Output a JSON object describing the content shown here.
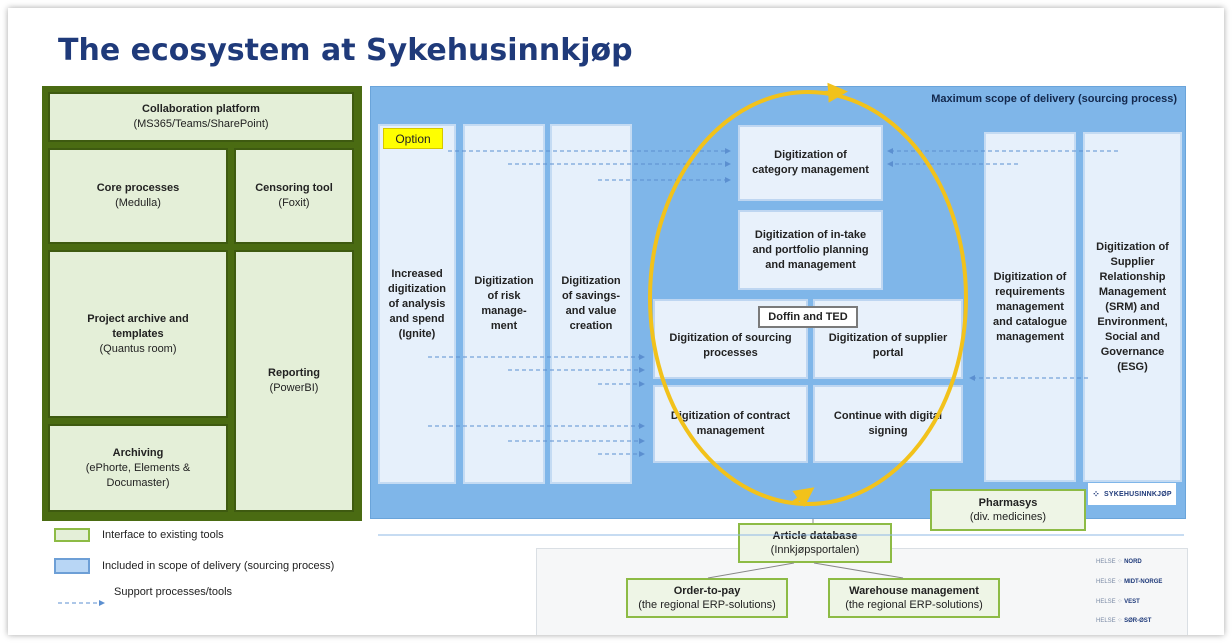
{
  "title": "The ecosystem at Sykehusinnkjøp",
  "left_panel": {
    "collaboration": {
      "name": "Collaboration platform",
      "detail": "(MS365/Teams/SharePoint)"
    },
    "core": {
      "name": "Core processes",
      "detail": "(Medulla)"
    },
    "censoring": {
      "name": "Censoring tool",
      "detail": "(Foxit)"
    },
    "project": {
      "name": "Project archive and templates",
      "detail": "(Quantus room)"
    },
    "reporting": {
      "name": "Reporting",
      "detail": "(PowerBI)"
    },
    "archiving": {
      "name": "Archiving",
      "detail": "(ePhorte, Elements & Documaster)"
    }
  },
  "scope": {
    "label": "Maximum scope of delivery (sourcing process)",
    "option": "Option",
    "columns": [
      "Increased digitization of analysis and spend (Ignite)",
      "Digitization of risk manage-ment",
      "Digitization of savings-and value creation"
    ],
    "right_columns": [
      "Digitization of requirements management and catalogue management",
      "Digitization of Supplier Relationship Management (SRM) and Environment, Social and Governance (ESG)"
    ],
    "center": {
      "category": "Digitization of category management",
      "intake": "Digitization of in-take and portfolio planning and management",
      "doffin": "Doffin and TED",
      "sourcing": "Digitization of sourcing processes",
      "supplier_portal": "Digitization of supplier portal",
      "contract": "Digitization of contract management",
      "signing": "Continue with digital signing"
    },
    "logo_text": "SYKEHUSINNKJØP"
  },
  "external": {
    "pharmasys": {
      "name": "Pharmasys",
      "detail": "(div. medicines)"
    },
    "article_db": {
      "name": "Article database",
      "detail": "(Innkjøpsportalen)"
    },
    "order_to_pay": {
      "name": "Order-to-pay",
      "detail": "(the regional ERP-solutions)"
    },
    "warehouse": {
      "name": "Warehouse management",
      "detail": "(the regional ERP-solutions)"
    }
  },
  "helse": [
    {
      "prefix": "HELSE",
      "region": "NORD"
    },
    {
      "prefix": "HELSE",
      "region": "MIDT-NORGE"
    },
    {
      "prefix": "HELSE",
      "region": "VEST"
    },
    {
      "prefix": "HELSE",
      "region": "SØR-ØST"
    }
  ],
  "legend": {
    "green": "Interface to existing tools",
    "blue": "Included in scope of delivery (sourcing process)",
    "arrow": "Support processes/tools"
  },
  "colors": {
    "title": "#1f3a7a",
    "scope_blue": "#7fb6e9",
    "interface_green": "#8dbb45",
    "cycle_yellow": "#f2c21b",
    "option_yellow": "#ffff00"
  }
}
